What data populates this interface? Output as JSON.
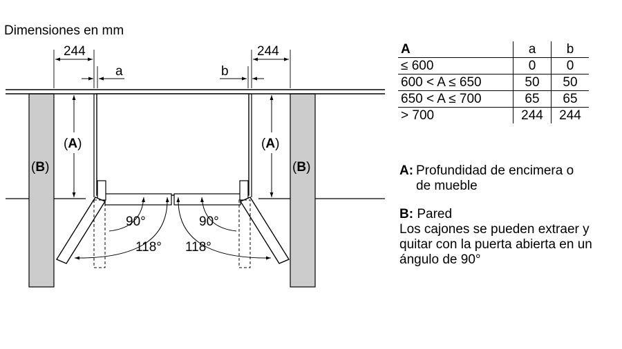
{
  "title": "Dimensiones en mm",
  "diagram": {
    "dim_left_244": "244",
    "dim_right_244": "244",
    "dim_a": "a",
    "dim_b": "b",
    "label_A_open": "(",
    "label_A_key": "A",
    "label_A_close": ")",
    "label_B_open": "(",
    "label_B_key": "B",
    "label_B_close": ")",
    "angle_90": "90°",
    "angle_118": "118°"
  },
  "table": {
    "headers": [
      "A",
      "a",
      "b"
    ],
    "rows": [
      [
        "≤ 600",
        "0",
        "0"
      ],
      [
        "600 < A ≤ 650",
        "50",
        "50"
      ],
      [
        "650 < A ≤ 700",
        "65",
        "65"
      ],
      [
        "> 700",
        "244",
        "244"
      ]
    ]
  },
  "legend": {
    "a_key": "A:",
    "a_text_line1": "Profundidad de encimera o",
    "a_text_line2": "de mueble",
    "b_key": "B:",
    "b_text": "Pared",
    "note_line1": "Los cajones se pueden extraer y",
    "note_line2": "quitar con la puerta abierta en un",
    "note_line3": "ángulo de 90°"
  },
  "colors": {
    "wall": "#cccccc",
    "line": "#000000"
  }
}
